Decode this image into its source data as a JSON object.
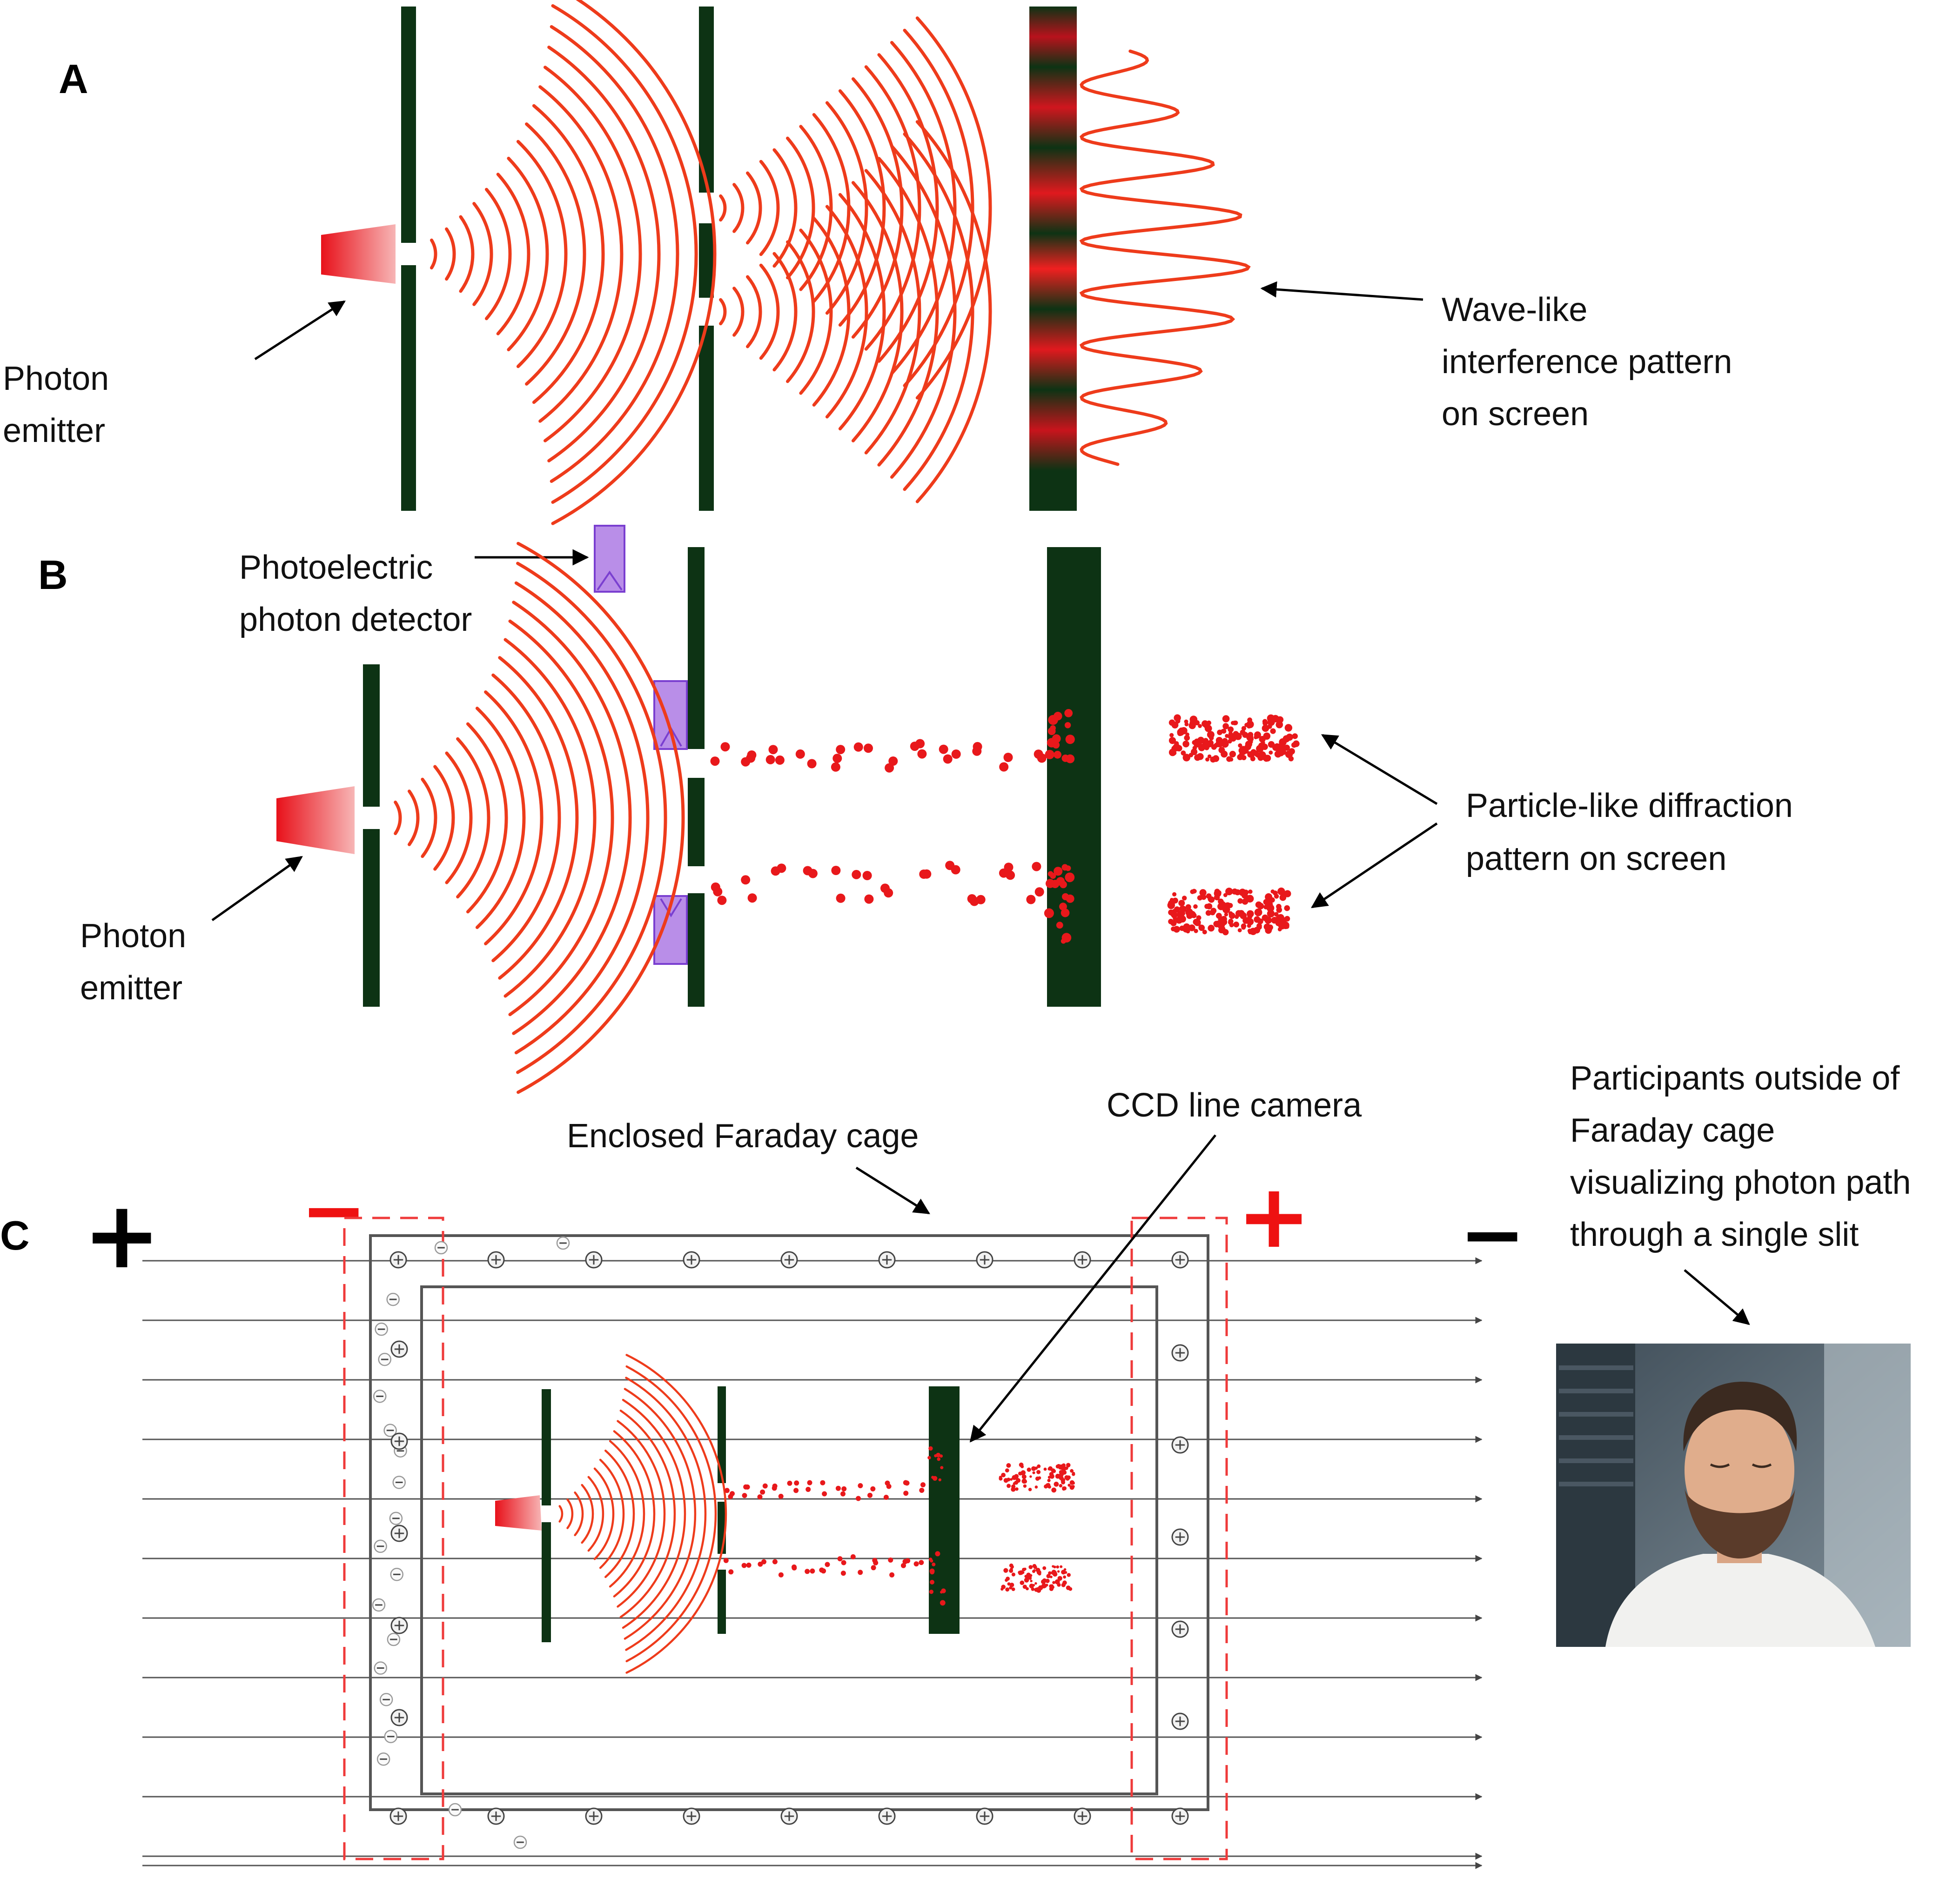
{
  "panels": {
    "a": {
      "letter": "A",
      "emitter_label": [
        "Photon",
        "emitter"
      ],
      "pattern_label": [
        "Wave-like",
        "interference pattern",
        "on screen"
      ]
    },
    "b": {
      "letter": "B",
      "detector_label": [
        "Photoelectric",
        "photon detector"
      ],
      "emitter_label": [
        "Photon",
        "emitter"
      ],
      "pattern_label": [
        "Particle-like diffraction",
        "pattern on screen"
      ]
    },
    "c": {
      "letter": "C",
      "cage_label": "Enclosed Faraday cage",
      "camera_label": "CCD line camera",
      "participant_label": [
        "Participants outside of",
        "Faraday cage",
        "visualizing photon path",
        "through a single slit"
      ],
      "left_outer_sign": "+",
      "left_inner_sign": "−",
      "right_inner_sign": "+",
      "right_outer_sign": "−"
    }
  },
  "colors": {
    "barrier": "#0d3314",
    "wave": "#ee3b1b",
    "dots": "#e8181b",
    "detector": "#b98ee8",
    "dashed_box": "#ef3a3a"
  },
  "icons": {
    "emitter": "photon-emitter-icon",
    "detector": "photon-detector-icon",
    "participant": "participant-photo"
  }
}
